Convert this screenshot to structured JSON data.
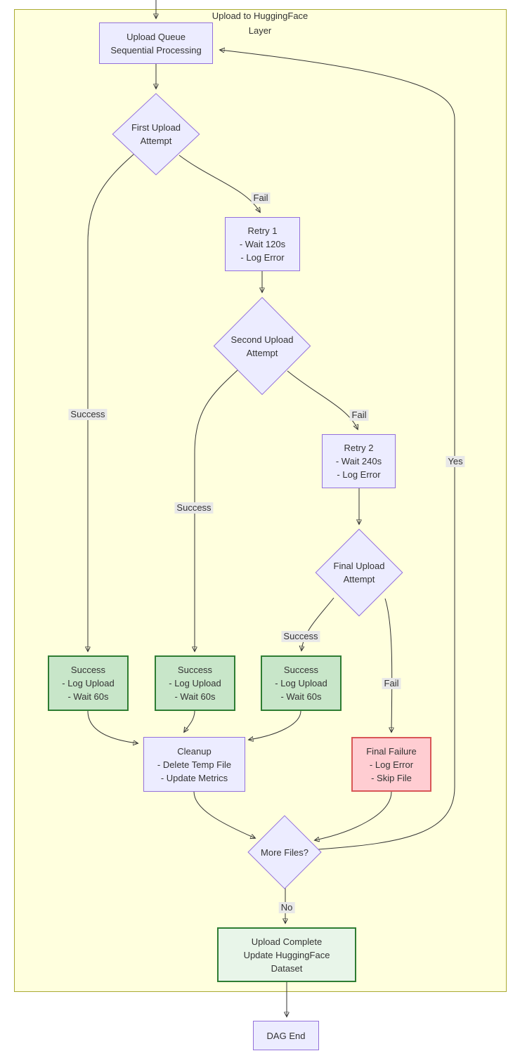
{
  "diagram": {
    "title_lines": [
      "Upload to HuggingFace",
      "Layer"
    ],
    "nodes": {
      "upload_queue": {
        "lines": [
          "Upload Queue",
          "Sequential Processing"
        ]
      },
      "first_attempt": {
        "lines": [
          "First Upload",
          "Attempt"
        ]
      },
      "retry1": {
        "lines": [
          "Retry 1",
          "- Wait 120s",
          "- Log Error"
        ]
      },
      "second_attempt": {
        "lines": [
          "Second Upload",
          "Attempt"
        ]
      },
      "retry2": {
        "lines": [
          "Retry 2",
          "- Wait 240s",
          "- Log Error"
        ]
      },
      "final_attempt": {
        "lines": [
          "Final Upload",
          "Attempt"
        ]
      },
      "success1": {
        "lines": [
          "Success",
          "- Log Upload",
          "- Wait 60s"
        ]
      },
      "success2": {
        "lines": [
          "Success",
          "- Log Upload",
          "- Wait 60s"
        ]
      },
      "success3": {
        "lines": [
          "Success",
          "- Log Upload",
          "- Wait 60s"
        ]
      },
      "cleanup": {
        "lines": [
          "Cleanup",
          "- Delete Temp File",
          "- Update Metrics"
        ]
      },
      "final_failure": {
        "lines": [
          "Final Failure",
          "- Log Error",
          "- Skip File"
        ]
      },
      "more_files": {
        "lines": [
          "More Files?"
        ]
      },
      "upload_complete": {
        "lines": [
          "Upload Complete",
          "Update HuggingFace",
          "Dataset"
        ]
      },
      "dag_end": {
        "lines": [
          "DAG End"
        ]
      }
    },
    "edge_labels": {
      "first_success": "Success",
      "first_fail": "Fail",
      "second_success": "Success",
      "second_fail": "Fail",
      "final_success": "Success",
      "final_fail": "Fail",
      "more_no": "No",
      "more_yes": "Yes"
    },
    "colors": {
      "node_fill": "#ECECFF",
      "node_border": "#9370DB",
      "success_fill": "#C8E6C9",
      "success_border": "#2E7D32",
      "failure_fill": "#FFCDD2",
      "failure_border": "#D95757",
      "complete_fill": "#E8F5E9",
      "complete_border": "#2E7D32",
      "subgraph_fill": "#FFFFDE",
      "subgraph_border": "#AAAA33",
      "edge": "#333333",
      "edge_label_bg": "#E8E8E8",
      "background": "#FFFFFF"
    }
  }
}
